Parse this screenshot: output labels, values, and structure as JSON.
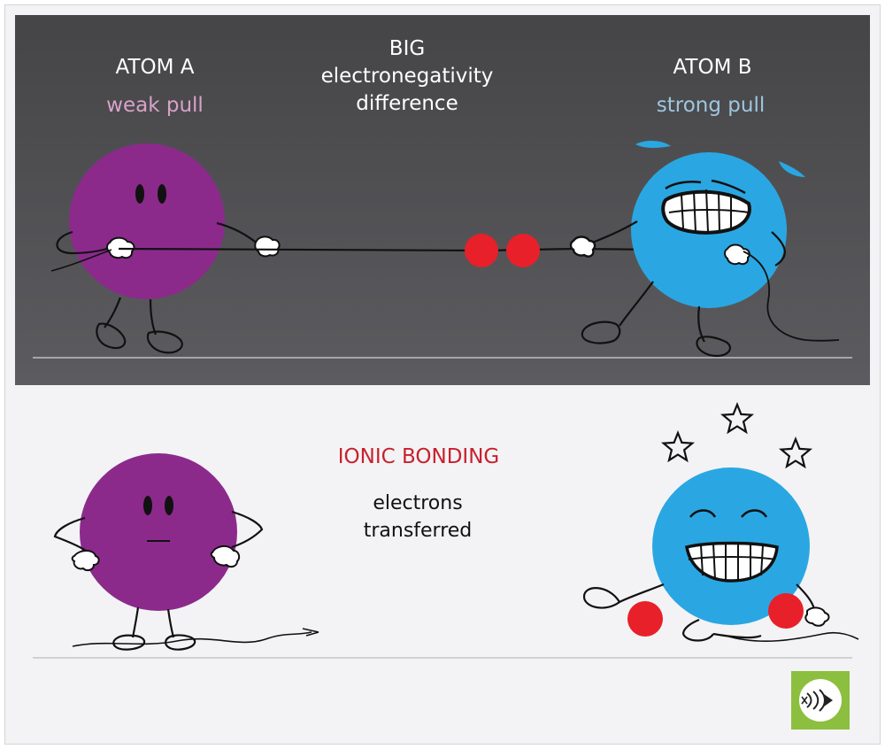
{
  "top_panel": {
    "atom_a": {
      "title": "ATOM A",
      "pull": "weak pull"
    },
    "middle": {
      "line1": "BIG",
      "line2": "electronegativity",
      "line3": "difference"
    },
    "atom_b": {
      "title": "ATOM B",
      "pull": "strong pull"
    }
  },
  "bottom_panel": {
    "title": "IONIC BONDING",
    "caption_line1": "electrons",
    "caption_line2": "transferred"
  },
  "colors": {
    "top_panel_bg": "#4f4f52",
    "atom_a": "#8c2a8c",
    "atom_b": "#2aa7e2",
    "electron": "#e8202a",
    "weak_pull_text": "#d8a2c9",
    "strong_pull_text": "#9fc6df",
    "ionic_title": "#c8202e",
    "logo_bg": "#8cbf3f"
  },
  "icons": [
    "star-icon",
    "logo-icon"
  ]
}
